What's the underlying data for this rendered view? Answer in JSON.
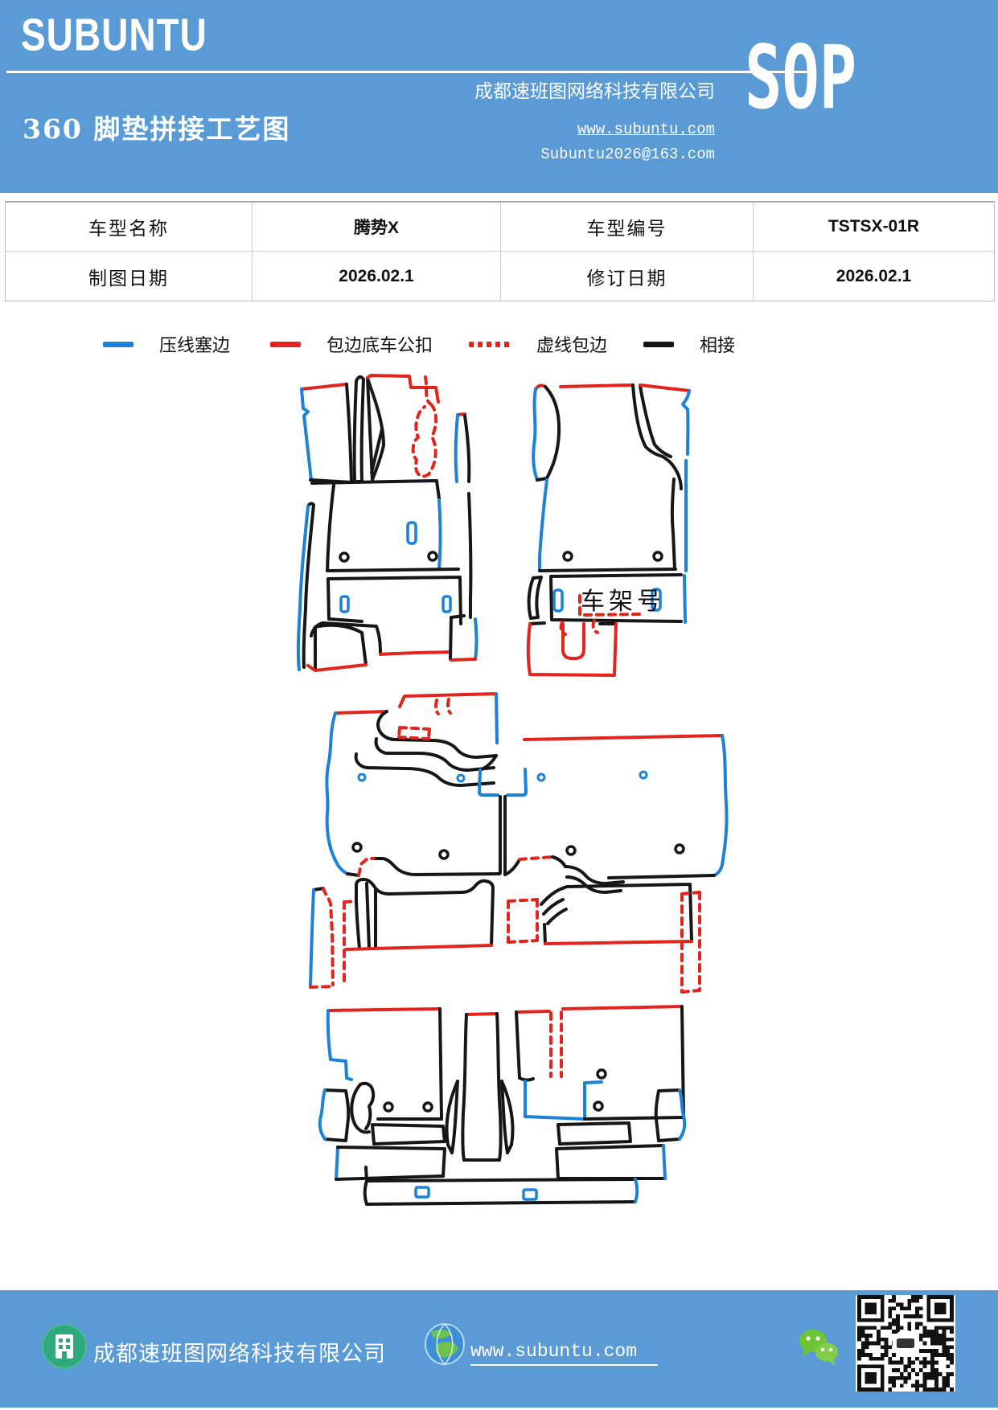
{
  "header": {
    "brand": "SUBUNTU",
    "company": "成都速班图网络科技有限公司",
    "title": "360 脚垫拼接工艺图",
    "website": "www.subuntu.com",
    "email": "Subuntu2026@163.com",
    "sop": "SOP",
    "bg_color": "#5B9BD5"
  },
  "info_table": {
    "rows": [
      [
        "车型名称",
        "腾势X",
        "车型编号",
        "TSTSX-01R"
      ],
      [
        "制图日期",
        "2026.02.1",
        "修订日期",
        "2026.02.1"
      ]
    ]
  },
  "legend": {
    "items": [
      {
        "label": "压线塞边",
        "color": "#1B82D8",
        "style": "solid"
      },
      {
        "label": "包边底车公扣",
        "color": "#E3241D",
        "style": "solid"
      },
      {
        "label": "虚线包边",
        "color": "#E3241D",
        "style": "dashed"
      },
      {
        "label": "相接",
        "color": "#161616",
        "style": "solid"
      }
    ]
  },
  "diagram": {
    "frame_label": "车架号",
    "line_colors": {
      "blue": "#1B82D8",
      "red": "#E3241D",
      "black": "#161616"
    }
  },
  "footer": {
    "company": "成都速班图网络科技有限公司",
    "website": "www.subuntu.com",
    "bg_color": "#5B9BD5",
    "icons": [
      "building-icon",
      "globe-icon",
      "wechat-icon",
      "qr-code"
    ]
  }
}
